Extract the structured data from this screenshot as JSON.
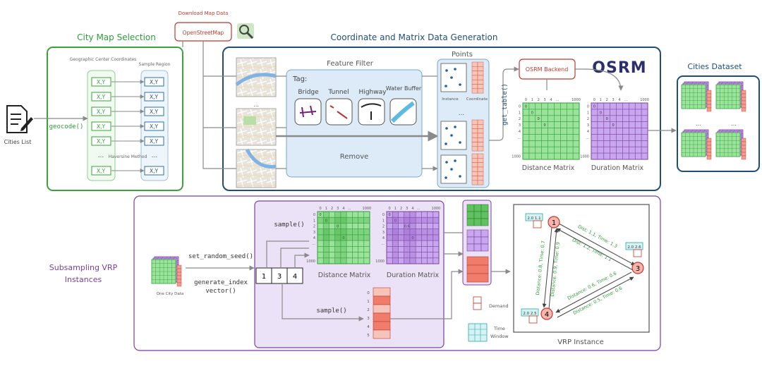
{
  "top": {
    "download_label": "Download Map Data",
    "osm_button": "OpenStreetMap",
    "city_panel_title": "City Map Selection",
    "coord_panel_title": "Coordinate and Matrix Data Generation",
    "cities_dataset_title": "Cities Dataset",
    "cities_list_label": "Cities List",
    "geocode_label": "geocode()",
    "geo_center_label": "Geographic Center Coordinates",
    "sample_region_label": "Sample Region",
    "haversine_label": "Haversine Method",
    "xy_label": "X,Y",
    "ellipsis": "...",
    "feature_filter_title": "Feature Filter",
    "tag_label": "Tag:",
    "tags": [
      "Bridge",
      "Tunnel",
      "Highway",
      "Water Buffer"
    ],
    "remove_label": "Remove",
    "points_title": "Points",
    "instance_label": "Instance",
    "coordinate_label": "Coordinate",
    "get_table_label": "get_table()",
    "osrm_backend_button": "OSRM Backend",
    "osrm_logo": "OSRM",
    "distance_matrix_label": "Distance Matrix",
    "duration_matrix_label": "Duration Matrix",
    "axis_ticks": [
      "0",
      "1",
      "2",
      "3",
      "4",
      "...",
      "1000"
    ]
  },
  "bottom": {
    "subsampling_title": "Subsampling VRP Instances",
    "one_city_label": "One City Data",
    "set_seed_label": "set_random_seed()",
    "generate_index_label": "generate_index vector()",
    "index_values": [
      "1",
      "3",
      "4"
    ],
    "sample_label": "sample()",
    "distance_matrix_label": "Distance Matrix",
    "duration_matrix_label": "Duration Matrix",
    "demand_rows": [
      "0",
      "1",
      "2",
      "3",
      "4",
      "5"
    ],
    "demand_label": "Demand",
    "time_window_label": "Time Window",
    "vrp_instance_label": "VRP Instance",
    "nodes": [
      "1",
      "3",
      "4"
    ],
    "edge_labels": {
      "e13a": "Dist: 1.1, Time: 1.3",
      "e13b": "Dist: 1.2, Time: 1.1",
      "e14a": "Distance: 0.8, Time: 0.7",
      "e14b": "Distance: 0.9, Time: 0.9",
      "e34a": "Distance: 0.6, Time: 0.6",
      "e34b": "Distance: 0.5, Time: 0.6"
    },
    "tw_node1": "2.0 1.1",
    "tw_node3": "2.0 2.6",
    "tw_node4": "2.0 2.5"
  },
  "colors": {
    "green": "#2e9e3a",
    "purple": "#7b3fa0",
    "navy": "#1f4e79",
    "red": "#c0392b",
    "matrix_green": "#9be39b",
    "matrix_purple": "#c9a7ee",
    "matrix_red": "#f29c8f",
    "light_blue": "#dcebf7"
  }
}
